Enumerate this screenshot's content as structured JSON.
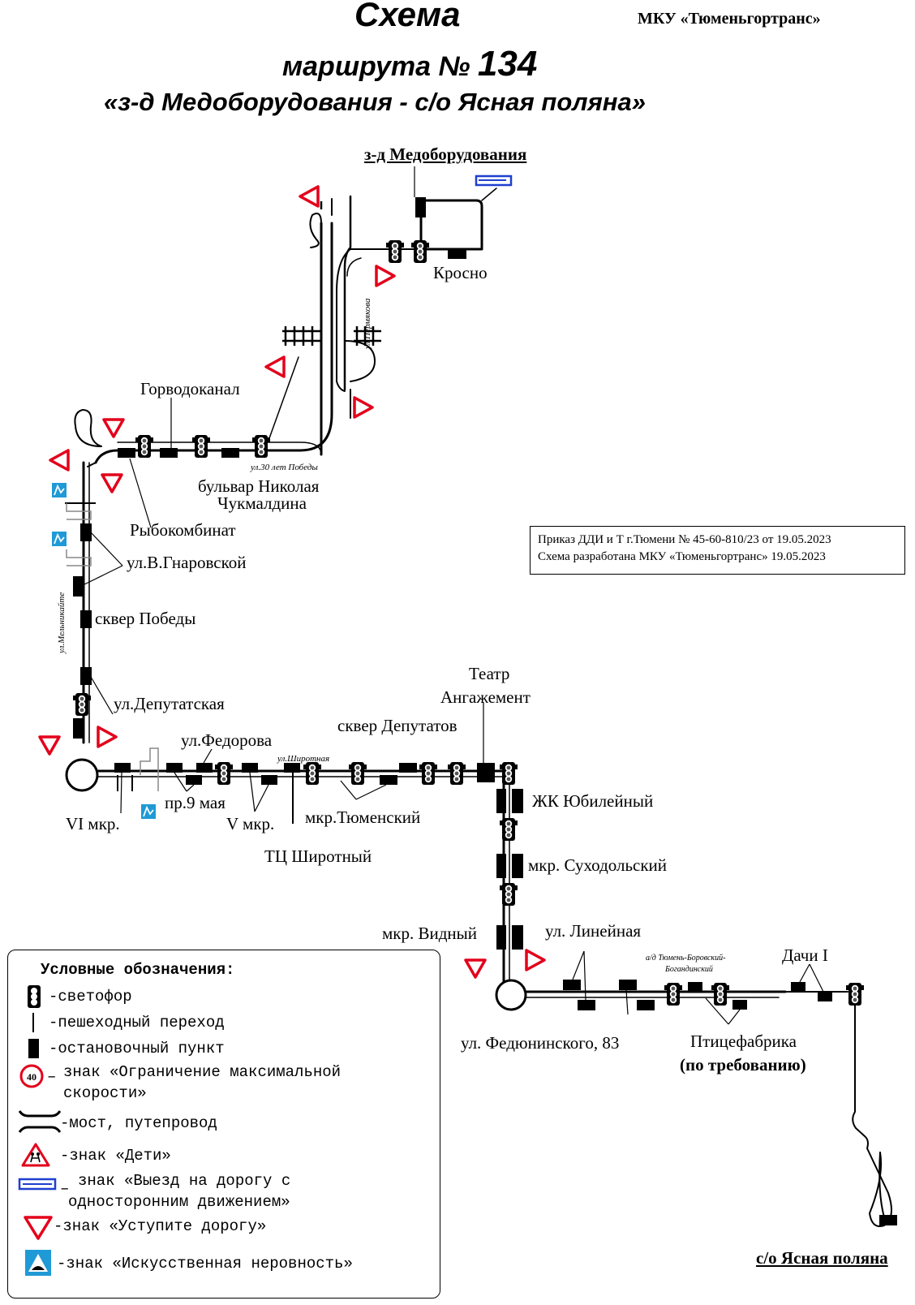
{
  "header": {
    "title": "Схема",
    "route_prefix": "маршрута №",
    "route_number": "134",
    "route_name": "«з-д Медоборудования - с/о Ясная поляна»",
    "organization": "МКУ «Тюменьгортранс»"
  },
  "terminals": {
    "start": "з-д Медоборудования",
    "end": "с/о Ясная поляна"
  },
  "stops": {
    "krosno": "Кросно",
    "gorvodokanal": "Горводоканал",
    "bulvar_1": "бульвар Николая",
    "bulvar_2": "Чукмалдина",
    "rybokombinat": "Рыбокомбинат",
    "gnarovskoy": "ул.В.Гнаровской",
    "skver_pobedy": "сквер Победы",
    "deputatskaya": "ул.Депутатская",
    "vi_mkr": "VI мкр.",
    "pr_9_maya": "пр.9 мая",
    "fedorova": "ул.Федорова",
    "v_mkr": "V мкр.",
    "tc_shirotny": "ТЦ Широтный",
    "mkr_tyumensky": "мкр.Тюменский",
    "skver_deputatov": "сквер Депутатов",
    "teatr_1": "Театр",
    "teatr_2": "Ангажемент",
    "zhk_yubileyny": "ЖК Юбилейный",
    "mkr_sukhodolsky": "мкр. Суходольский",
    "mkr_vidny": "мкр. Видный",
    "lineynaya": "ул. Линейная",
    "fedyuninskogo": "ул. Федюнинского, 83",
    "ptitsefabrika": "Птицефабрика",
    "po_trebovaniyu": "(по требованию)",
    "dachi": "Дачи I"
  },
  "streets": {
    "permyakova": "ул.Пермякова",
    "let30": "ул.30 лет Победы",
    "melnikaite": "ул.Мельникайте",
    "shirotnaya": "ул.Широтная",
    "highway_1": "а/д Тюмень-Боровский-",
    "highway_2": "Богандинский"
  },
  "order_box": {
    "line1": "Приказ ДДИ и Т г.Тюмени № 45-60-810/23 от 19.05.2023",
    "line2": "Схема разработана МКУ «Тюменьгортранс» 19.05.2023"
  },
  "legend": {
    "title": "Условные обозначения:",
    "traffic_light": "-светофор",
    "crossing": "-пешеходный переход",
    "stop": "-остановочный пункт",
    "speed_sign_value": "40",
    "speed_1": "знак «Ограничение максимальной",
    "speed_2": "скорости»",
    "bridge": "-мост, путепровод",
    "children": "-знак «Дети»",
    "oneway_1": "знак «Выезд на дорогу с",
    "oneway_2": "односторонним движением»",
    "yield": "-знак «Уступите дорогу»",
    "bump": "-знак «Искусственная неровность»"
  },
  "colors": {
    "sign_red": "#e3001b",
    "oneway_blue": "#1e3fd0",
    "bump_blue": "#1f9ad6",
    "road": "#000000"
  }
}
